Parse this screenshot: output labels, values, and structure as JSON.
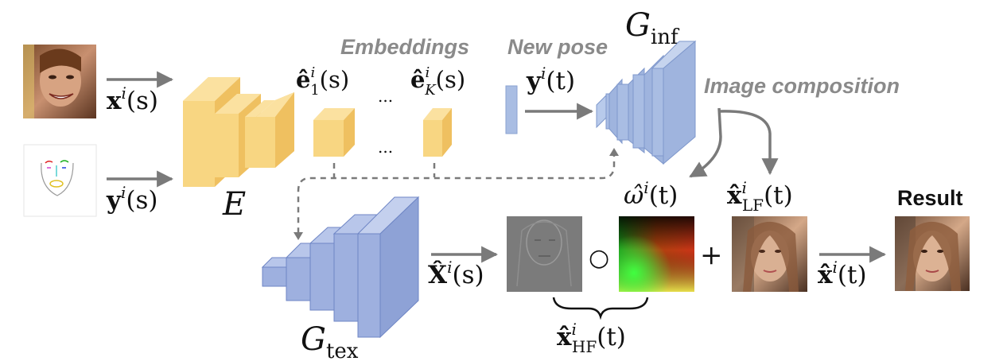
{
  "labels": {
    "embeddings": "Embeddings",
    "new_pose": "New pose",
    "image_composition": "Image composition",
    "result": "Result",
    "ellipsis_top": "...",
    "ellipsis_bottom": "..."
  },
  "math": {
    "x_s": {
      "base": "x",
      "sup": "i",
      "arg": "(s)"
    },
    "y_s": {
      "base": "y",
      "sup": "i",
      "arg": "(s)"
    },
    "E": "E",
    "e1": {
      "base": "ê",
      "sup": "i",
      "sub": "1",
      "arg": "(s)"
    },
    "eK": {
      "base": "ê",
      "sup": "i",
      "sub": "K",
      "arg": "(s)"
    },
    "y_t": {
      "base": "y",
      "sup": "i",
      "arg": "(t)"
    },
    "G_inf": {
      "base": "G",
      "sub": "inf"
    },
    "G_tex": {
      "base": "G",
      "sub": "tex"
    },
    "X_s": {
      "base": "X̂",
      "sup": "i",
      "arg": "(s)"
    },
    "omega_t": {
      "base": "ω̂",
      "sup": "i",
      "arg": "(t)"
    },
    "x_LF": {
      "base": "x̂",
      "sup": "i",
      "sub": "LF",
      "arg": "(t)"
    },
    "x_HF": {
      "base": "x̂",
      "sup": "i",
      "sub": "HF",
      "arg": "(t)"
    },
    "x_t": {
      "base": "x̂",
      "sup": "i",
      "arg": "(t)"
    },
    "circ": "○",
    "plus": "+"
  },
  "colors": {
    "encoder": "#f6d37a",
    "generator": "#a9bde3",
    "arrow": "#7a7a7a"
  }
}
